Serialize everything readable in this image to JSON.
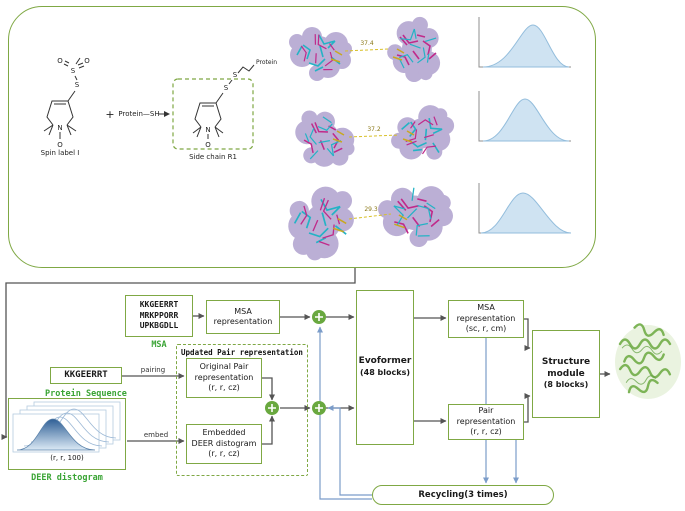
{
  "colors": {
    "green": "#7fa844",
    "gtext": "#3aa435",
    "blue": "#7b9cc9",
    "purple": "#6a4fa4",
    "cyan": "#24b3c5",
    "magenta": "#c02a8a",
    "curve_fill": "#cfe3f2",
    "curve_stroke": "#93bddc",
    "helix_green": "#7db457"
  },
  "top_panel": {
    "spin_label_caption": "Spin label I",
    "side_chain_caption": "Side chain R1",
    "plus": "+",
    "protein_sh": "Protein—SH",
    "protein_label": "Protein",
    "atoms": {
      "s": "S",
      "o": "O",
      "n": "N"
    },
    "pairs": [
      {
        "distance": "37.4"
      },
      {
        "distance": "37.2"
      },
      {
        "distance": "29.3"
      }
    ]
  },
  "flowchart": {
    "msa_box": {
      "line1": "KKGEERRT",
      "line2": "MRKPPORR",
      "line3": "UPKBGDLL",
      "label": "MSA"
    },
    "msa_rep_left": {
      "line1": "MSA",
      "line2": "representation"
    },
    "protein_sequence": {
      "text": "KKGEERRT",
      "label": "Protein Sequence"
    },
    "pairing_label": "pairing",
    "embed_label": "embed",
    "updated_pair_title": "Updated Pair representation",
    "original_pair": {
      "line1": "Original Pair",
      "line2": "representation",
      "line3": "(r, r, cz)"
    },
    "embedded_deer": {
      "line1": "Embedded",
      "line2": "DEER distogram",
      "line3": "(r, r, cz)"
    },
    "deer_distogram": {
      "axis": "(r, r, 100)",
      "label": "DEER distogram"
    },
    "evoformer": {
      "line1": "Evoformer",
      "line2": "(48 blocks)"
    },
    "msa_rep_right": {
      "line1": "MSA",
      "line2": "representation",
      "line3": "(sc, r, cm)"
    },
    "pair_rep_right": {
      "line1": "Pair",
      "line2": "representation",
      "line3": "(r, r, cz)"
    },
    "structure_module": {
      "line1": "Structure",
      "line2": "module",
      "line3": "(8 blocks)"
    },
    "recycling": "Recycling(3 times)"
  }
}
